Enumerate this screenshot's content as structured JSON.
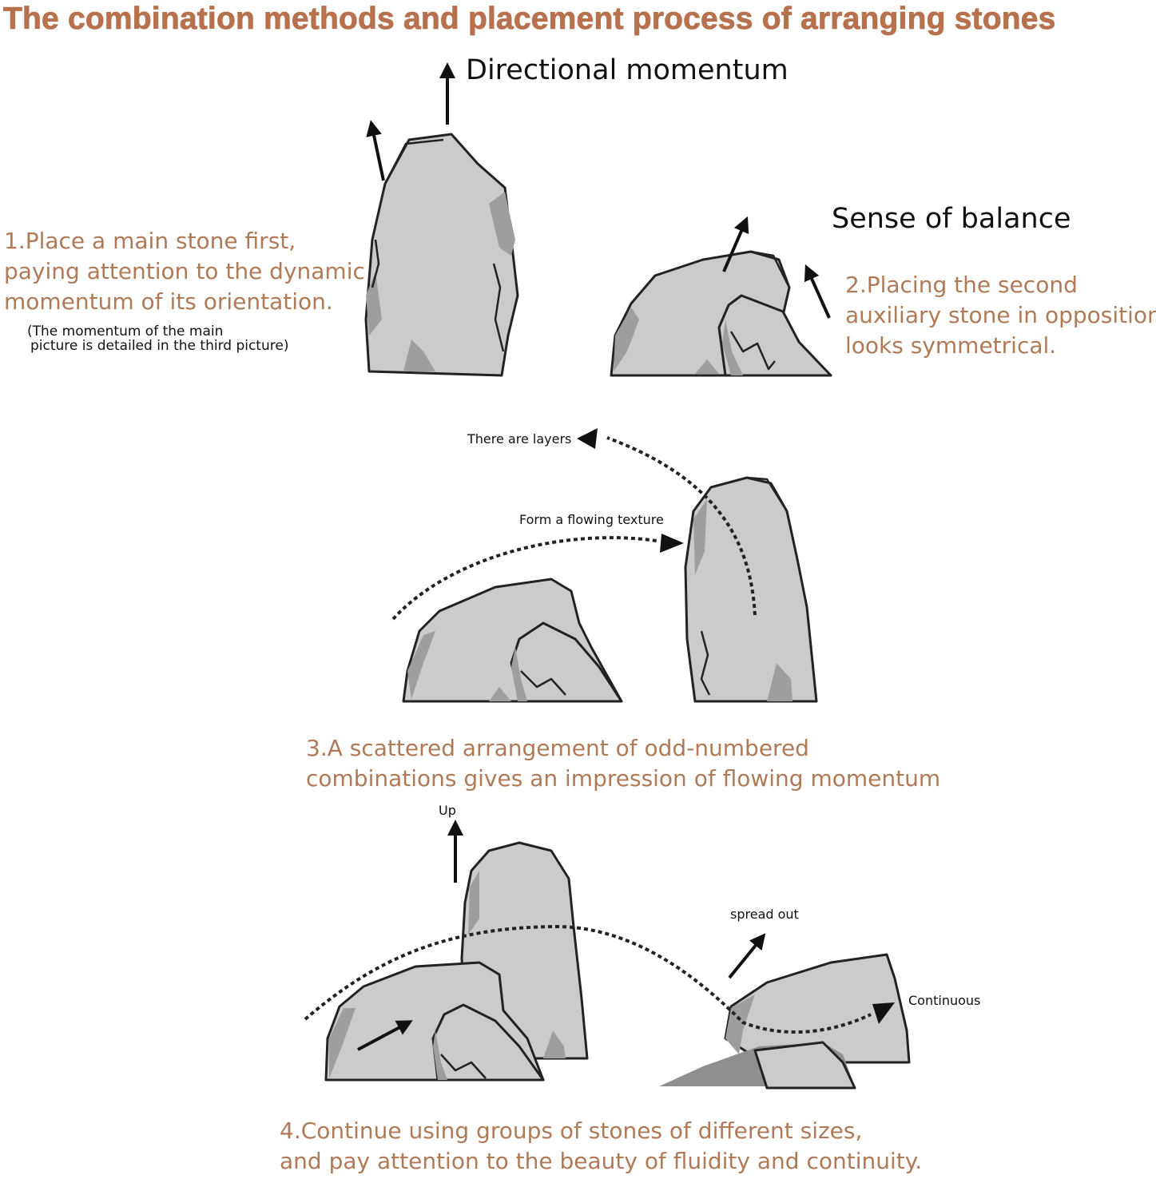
{
  "title": "The combination methods and placement process of arranging stones",
  "labels": {
    "directional_momentum": "Directional momentum",
    "sense_of_balance": "Sense of balance",
    "there_are_layers": "There are layers",
    "form_flowing_texture": "Form a flowing texture",
    "up": "Up",
    "spread_out": "spread out",
    "continuous": "Continuous"
  },
  "steps": {
    "step1": {
      "lines": [
        "1.Place a main stone first,",
        "paying attention to the dynamic",
        "momentum of its orientation."
      ],
      "note_lines": [
        "(The momentum of the main",
        "picture is detailed in the third picture)"
      ]
    },
    "step2": {
      "lines": [
        "2.Placing the second",
        "auxiliary stone in opposition",
        "looks symmetrical."
      ]
    },
    "step3": {
      "lines": [
        "3.A scattered arrangement of odd-numbered",
        "combinations gives an impression of flowing momentum"
      ]
    },
    "step4": {
      "lines": [
        "4.Continue using groups of stones of different sizes,",
        "and pay attention to the beauty of fluidity and continuity."
      ]
    }
  },
  "colors": {
    "title": "#b7714d",
    "step_text": "#b07a57",
    "stone_fill": "#cbcbcb",
    "stone_shade": "#9e9e9e"
  }
}
